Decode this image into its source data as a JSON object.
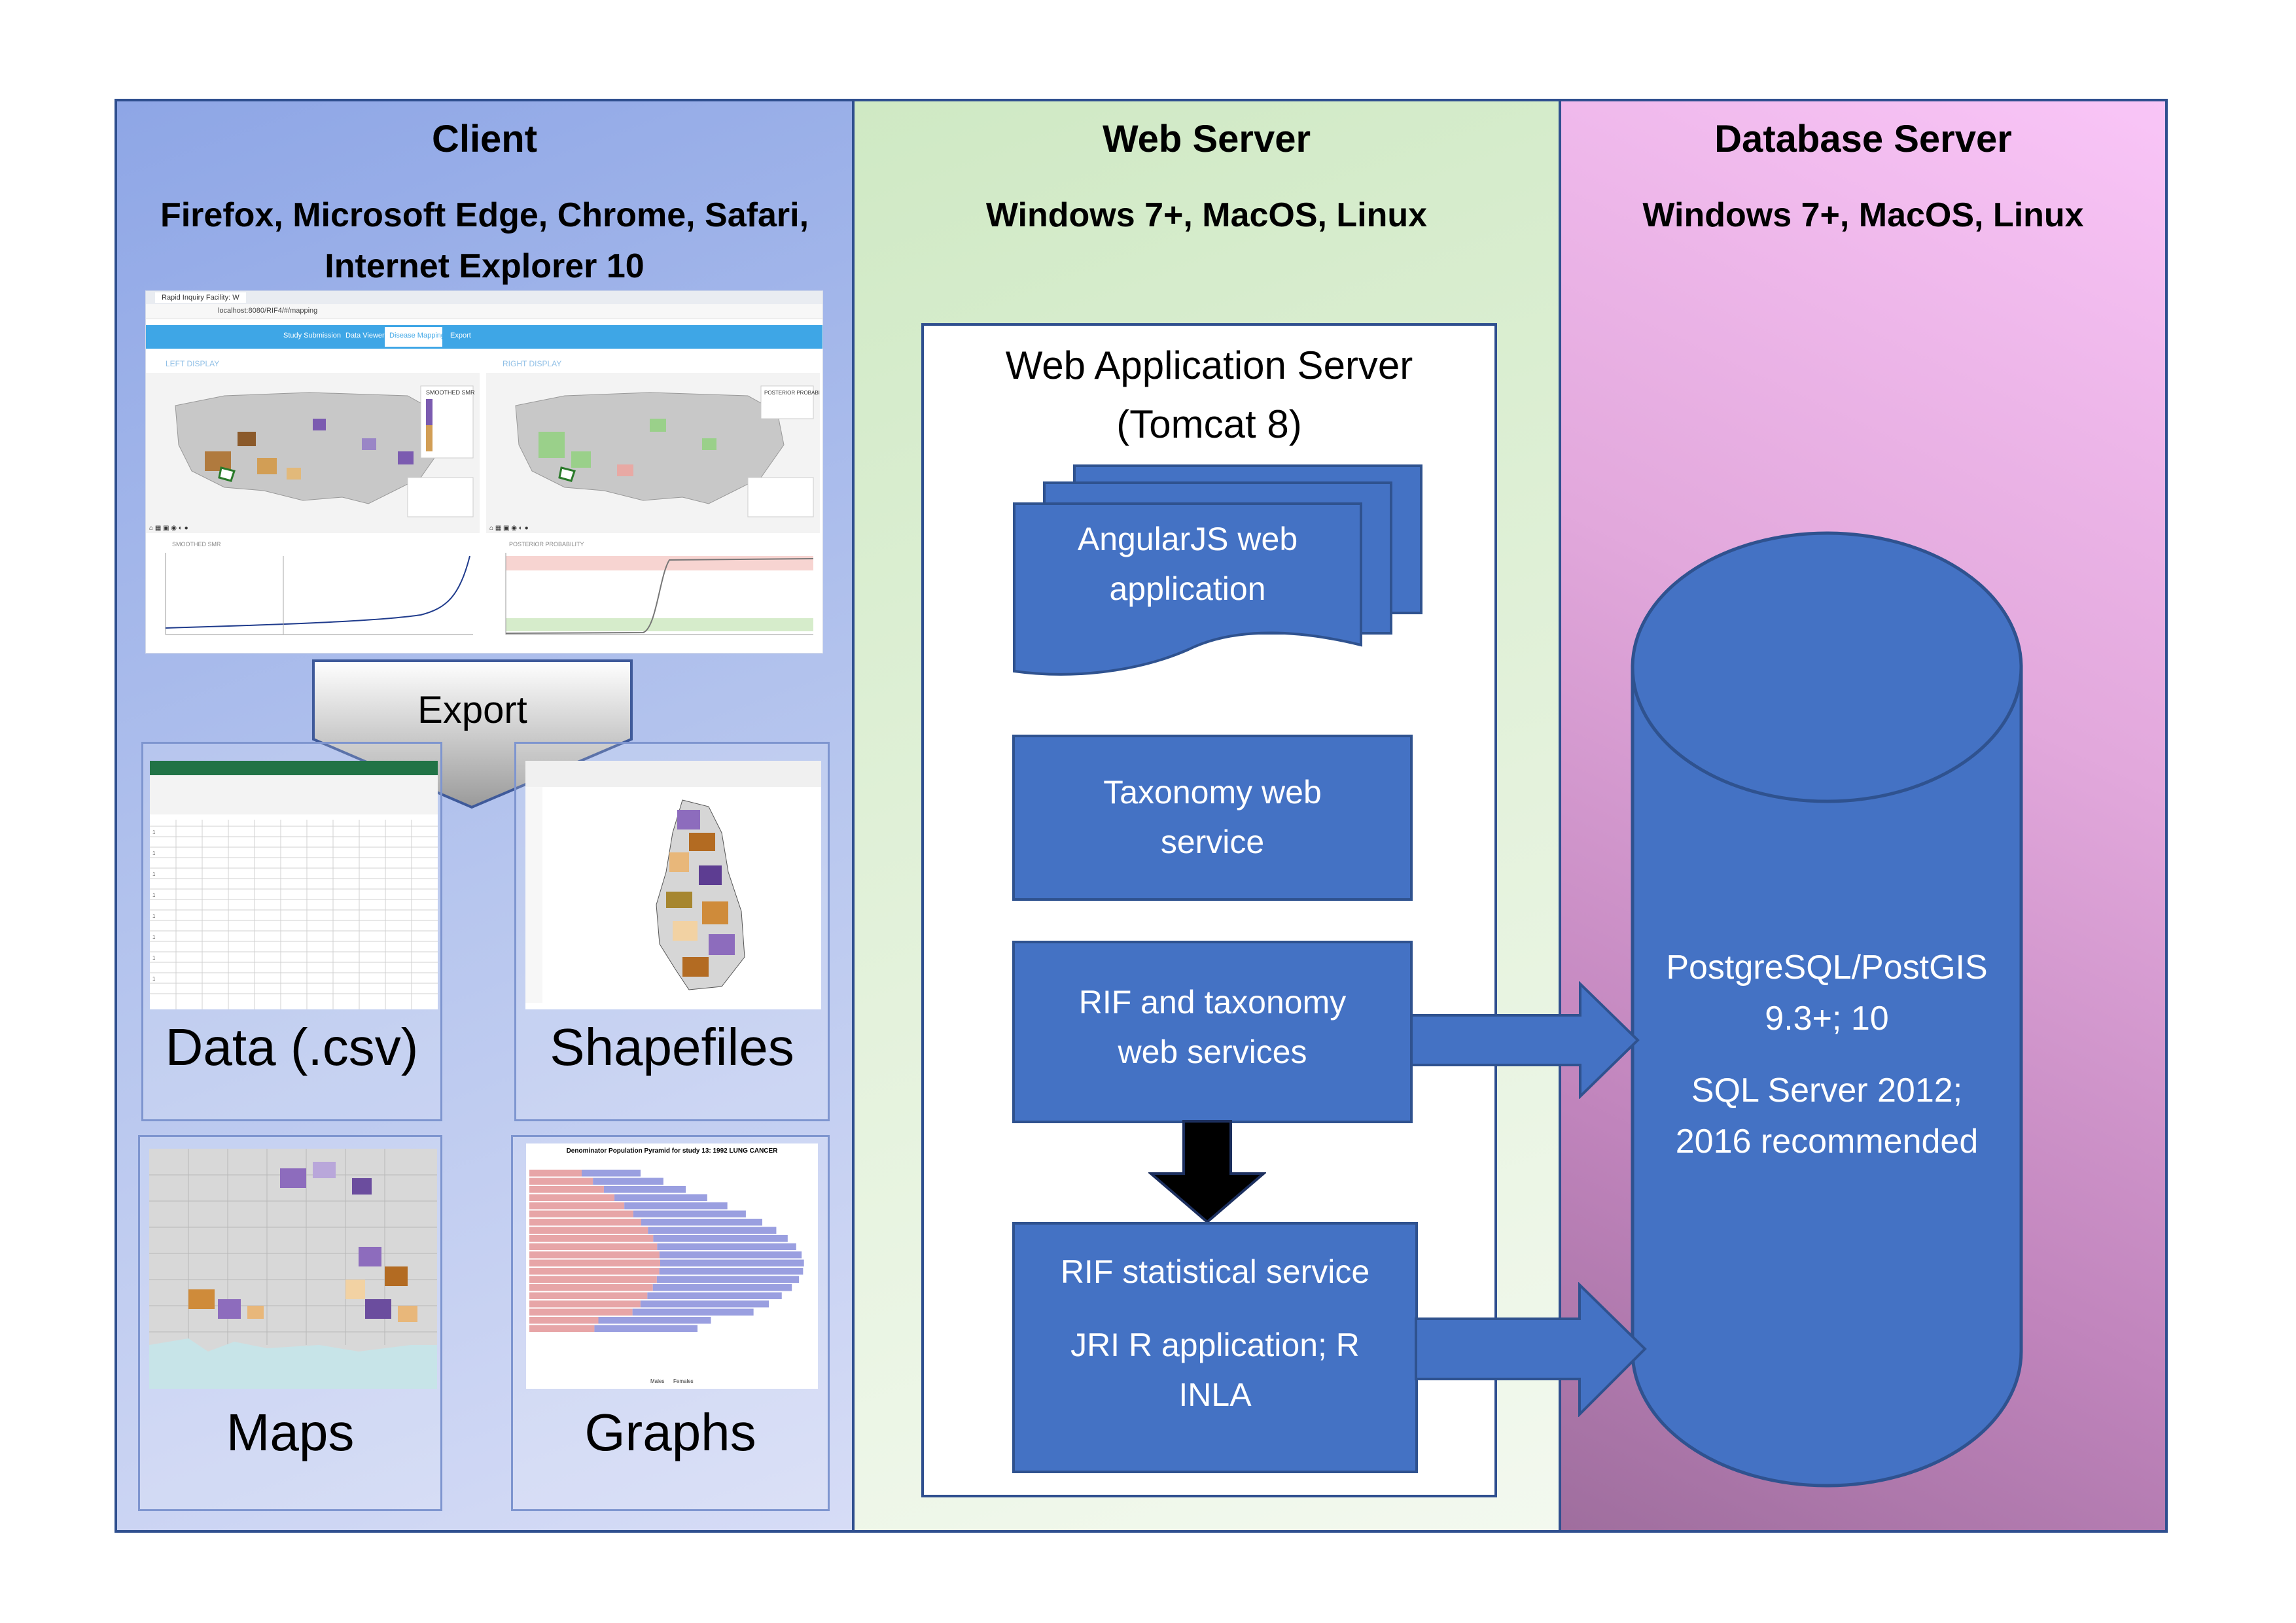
{
  "client": {
    "title": "Client",
    "browsers_line1": "Firefox, Microsoft Edge, Chrome, Safari,",
    "browsers_line2": "Internet Explorer 10",
    "export_label": "Export",
    "screenshot": {
      "tab_title": "Rapid Inquiry Facility: W",
      "url": "localhost:8080/RIF4/#/mapping",
      "nav": [
        "Study Submission",
        "Data Viewer",
        "Disease Mapping",
        "Export"
      ],
      "active_nav": "Disease Mapping",
      "left_display": "LEFT DISPLAY",
      "right_display": "RIGHT DISPLAY",
      "left_legend_title": "SMOOTHED SMR",
      "right_legend_title": "POSTERIOR PROBABILITY",
      "left_chart_label": "SMOOTHED SMR",
      "right_chart_label": "POSTERIOR PROBABILITY"
    },
    "tiles": [
      {
        "label": "Data (.csv)",
        "icon": "spreadsheet-icon"
      },
      {
        "label": "Shapefiles",
        "icon": "shapefile-map-icon"
      },
      {
        "label": "Maps",
        "icon": "choropleth-map-icon"
      },
      {
        "label": "Graphs",
        "icon": "population-pyramid-icon"
      }
    ],
    "graph_title": "Denominator Population Pyramid for study 13: 1992 LUNG CANCER",
    "graph_legend": [
      "Males",
      "Females"
    ]
  },
  "web_server": {
    "title": "Web Server",
    "os": "Windows 7+, MacOS, Linux",
    "app_server_line1": "Web Application Server",
    "app_server_line2": "(Tomcat 8)",
    "angular_line1": "AngularJS web",
    "angular_line2": "application",
    "taxonomy_line1": "Taxonomy web",
    "taxonomy_line2": "service",
    "rif_ws_line1": "RIF and taxonomy",
    "rif_ws_line2": "web services",
    "stat_line1": "RIF statistical service",
    "stat_line2": "JRI R application; R",
    "stat_line3": "INLA"
  },
  "database_server": {
    "title": "Database Server",
    "os": "Windows 7+, MacOS, Linux",
    "pg_line1": "PostgreSQL/PostGIS",
    "pg_line2": "9.3+; 10",
    "sql_line1": "SQL Server 2012;",
    "sql_line2": "2016 recommended"
  },
  "colors": {
    "box_blue": "#4472c4",
    "box_border": "#2f528f",
    "client_bg": "#a9bbec",
    "web_bg": "#dff0d6",
    "db_bg": "#d9a0d6"
  }
}
